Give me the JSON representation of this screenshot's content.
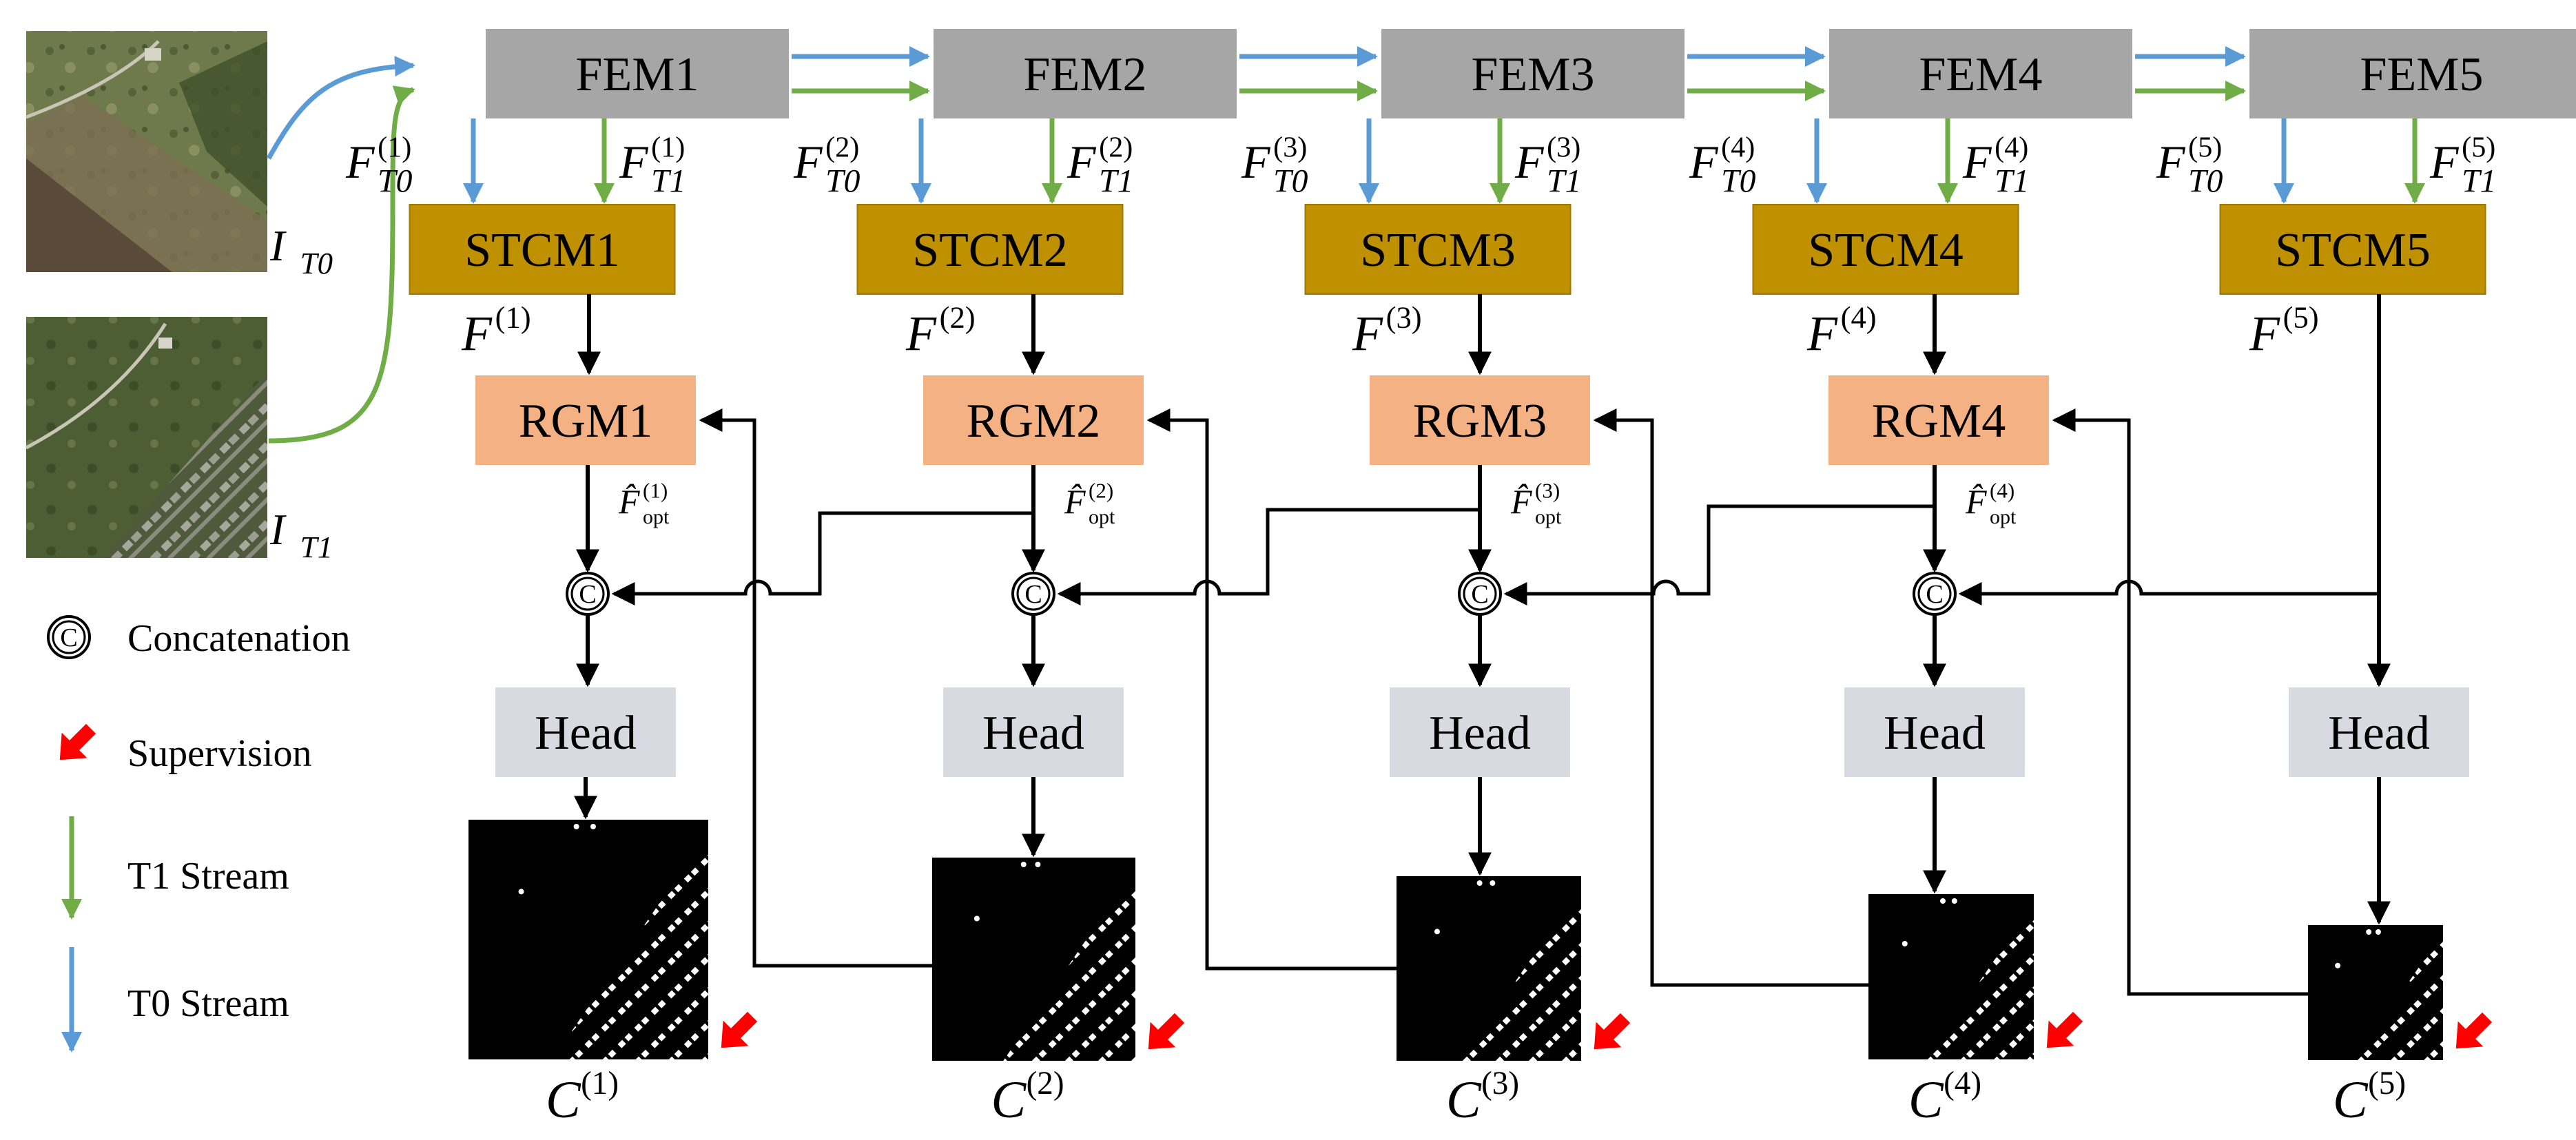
{
  "inputs": {
    "t0": {
      "sym": "I",
      "sub": "T0"
    },
    "t1": {
      "sym": "I",
      "sub": "T1"
    }
  },
  "fem": [
    "FEM1",
    "FEM2",
    "FEM3",
    "FEM4",
    "FEM5"
  ],
  "stcm": [
    "STCM1",
    "STCM2",
    "STCM3",
    "STCM4",
    "STCM5"
  ],
  "rgm": [
    "RGM1",
    "RGM2",
    "RGM3",
    "RGM4"
  ],
  "head_label": "Head",
  "feat_t0": [
    {
      "sym": "F",
      "sub": "T0",
      "sup": "(1)"
    },
    {
      "sym": "F",
      "sub": "T0",
      "sup": "(2)"
    },
    {
      "sym": "F",
      "sub": "T0",
      "sup": "(3)"
    },
    {
      "sym": "F",
      "sub": "T0",
      "sup": "(4)"
    },
    {
      "sym": "F",
      "sub": "T0",
      "sup": "(5)"
    }
  ],
  "feat_t1": [
    {
      "sym": "F",
      "sub": "T1",
      "sup": "(1)"
    },
    {
      "sym": "F",
      "sub": "T1",
      "sup": "(2)"
    },
    {
      "sym": "F",
      "sub": "T1",
      "sup": "(3)"
    },
    {
      "sym": "F",
      "sub": "T1",
      "sup": "(4)"
    },
    {
      "sym": "F",
      "sub": "T1",
      "sup": "(5)"
    }
  ],
  "feat_fused": [
    {
      "sym": "F",
      "sup": "(1)"
    },
    {
      "sym": "F",
      "sup": "(2)"
    },
    {
      "sym": "F",
      "sup": "(3)"
    },
    {
      "sym": "F",
      "sup": "(4)"
    },
    {
      "sym": "F",
      "sup": "(5)"
    }
  ],
  "feat_opt": [
    {
      "sym": "F̂",
      "sub": "opt",
      "sup": "(1)"
    },
    {
      "sym": "F̂",
      "sub": "opt",
      "sup": "(2)"
    },
    {
      "sym": "F̂",
      "sub": "opt",
      "sup": "(3)"
    },
    {
      "sym": "F̂",
      "sub": "opt",
      "sup": "(4)"
    }
  ],
  "outputs": [
    {
      "sym": "C",
      "sup": "(1)"
    },
    {
      "sym": "C",
      "sup": "(2)"
    },
    {
      "sym": "C",
      "sup": "(3)"
    },
    {
      "sym": "C",
      "sup": "(4)"
    },
    {
      "sym": "C",
      "sup": "(5)"
    }
  ],
  "concat_symbol": "C",
  "legend": {
    "concat": "Concatenation",
    "supervision": "Supervision",
    "t1": "T1 Stream",
    "t0": "T0 Stream"
  },
  "colors": {
    "fem": "#a6a6a6",
    "stcm": "#bf9000",
    "rgm": "#f4b183",
    "head": "#d9d9e1",
    "t0_stream": "#5b9bd5",
    "t1_stream": "#70ad47",
    "supervision": "#ff0000",
    "line": "#000000"
  }
}
